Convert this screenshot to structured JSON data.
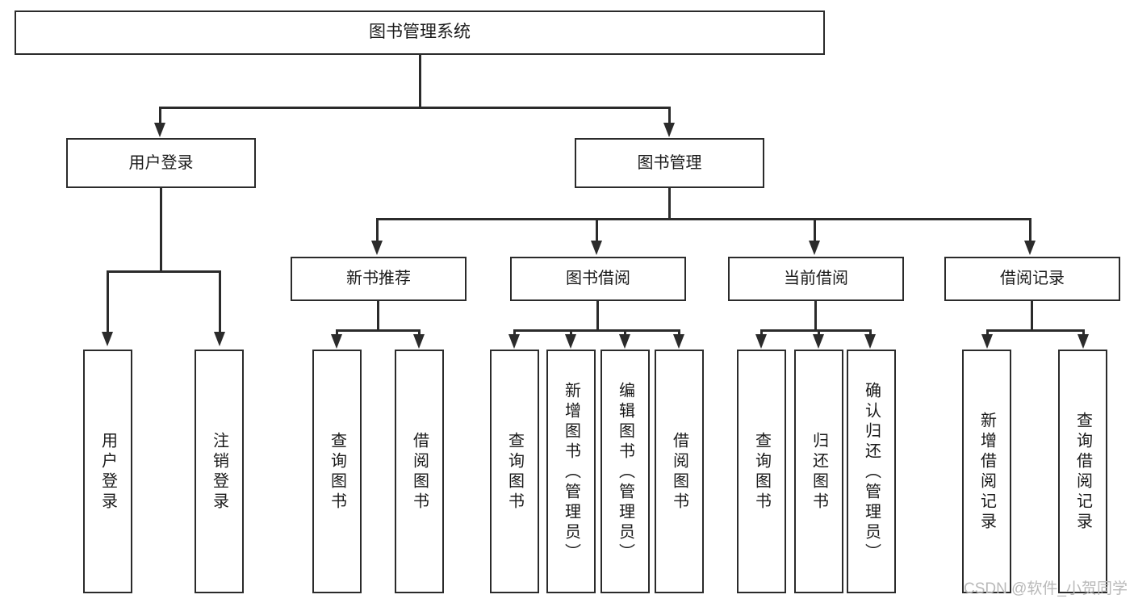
{
  "diagram": {
    "type": "tree",
    "title": "图书管理系统",
    "orientation": "top-down",
    "colors": {
      "line": "#2b2b2b",
      "box_fill": "#ffffff",
      "text": "#1a1a1a",
      "watermark": "#b9b9b9",
      "background": "#ffffff"
    },
    "root": {
      "label": "图书管理系统"
    },
    "level2": [
      {
        "id": "user-login",
        "label": "用户登录"
      },
      {
        "id": "book-management",
        "label": "图书管理"
      }
    ],
    "level3": [
      {
        "id": "new-book-recommend",
        "label": "新书推荐",
        "parent": "book-management"
      },
      {
        "id": "book-borrow",
        "label": "图书借阅",
        "parent": "book-management"
      },
      {
        "id": "current-borrow",
        "label": "当前借阅",
        "parent": "book-management"
      },
      {
        "id": "borrow-record",
        "label": "借阅记录",
        "parent": "book-management"
      }
    ],
    "leaves": {
      "user-login": [
        {
          "id": "leaf-user-login",
          "label": "用户登录"
        },
        {
          "id": "leaf-user-logout",
          "label": "注销登录"
        }
      ],
      "new-book-recommend": [
        {
          "id": "leaf-query-book-1",
          "label": "查询图书"
        },
        {
          "id": "leaf-borrow-book-1",
          "label": "借阅图书"
        }
      ],
      "book-borrow": [
        {
          "id": "leaf-query-book-2",
          "label": "查询图书"
        },
        {
          "id": "leaf-add-book",
          "label": "新增图书（管理员）"
        },
        {
          "id": "leaf-edit-book",
          "label": "编辑图书（管理员）"
        },
        {
          "id": "leaf-borrow-book-2",
          "label": "借阅图书"
        }
      ],
      "current-borrow": [
        {
          "id": "leaf-query-book-3",
          "label": "查询图书"
        },
        {
          "id": "leaf-return-book",
          "label": "归还图书"
        },
        {
          "id": "leaf-confirm-return",
          "label": "确认归还（管理员）"
        }
      ],
      "borrow-record": [
        {
          "id": "leaf-add-record",
          "label": "新增借阅记录"
        },
        {
          "id": "leaf-query-record",
          "label": "查询借阅记录"
        }
      ]
    }
  },
  "watermark": {
    "text": "CSDN @软件_小贺同学"
  }
}
